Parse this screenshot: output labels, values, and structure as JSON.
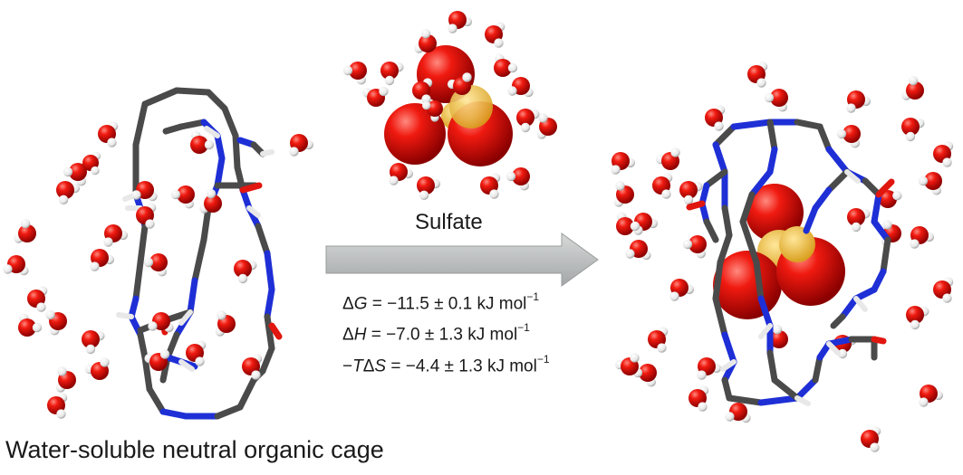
{
  "labels": {
    "cage_caption": "Water-soluble neutral organic cage",
    "guest_caption": "Sulfate"
  },
  "thermodynamics": {
    "dG": {
      "symbol": "Δ",
      "var": "G",
      "value": " = −11.5 ± 0.1 kJ mol",
      "exp": "−1"
    },
    "dH": {
      "symbol": "Δ",
      "var": "H",
      "value": " = −7.0 ± 1.3 kJ mol",
      "exp": "−1"
    },
    "TdS": {
      "prefix": "−",
      "var": "T",
      "mid": "Δ",
      "var2": "S",
      "value": " = −4.4 ± 1.3 kJ mol",
      "exp": "−1"
    }
  },
  "colors": {
    "oxygen": "#e0160f",
    "hydrogen": "#f4f4f4",
    "nitrogen": "#1e2fd6",
    "carbon": "#4a4a4a",
    "sulfur": "#f2c23a",
    "arrow": "#b9bcbc"
  }
}
